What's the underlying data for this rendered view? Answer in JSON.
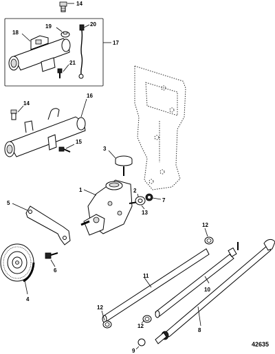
{
  "figure_number": "42635",
  "callouts": [
    "1",
    "2",
    "3",
    "4",
    "5",
    "6",
    "7",
    "8",
    "9",
    "10",
    "11",
    "12",
    "12",
    "12",
    "13",
    "14",
    "14",
    "15",
    "16",
    "17",
    "18",
    "19",
    "20",
    "21"
  ]
}
